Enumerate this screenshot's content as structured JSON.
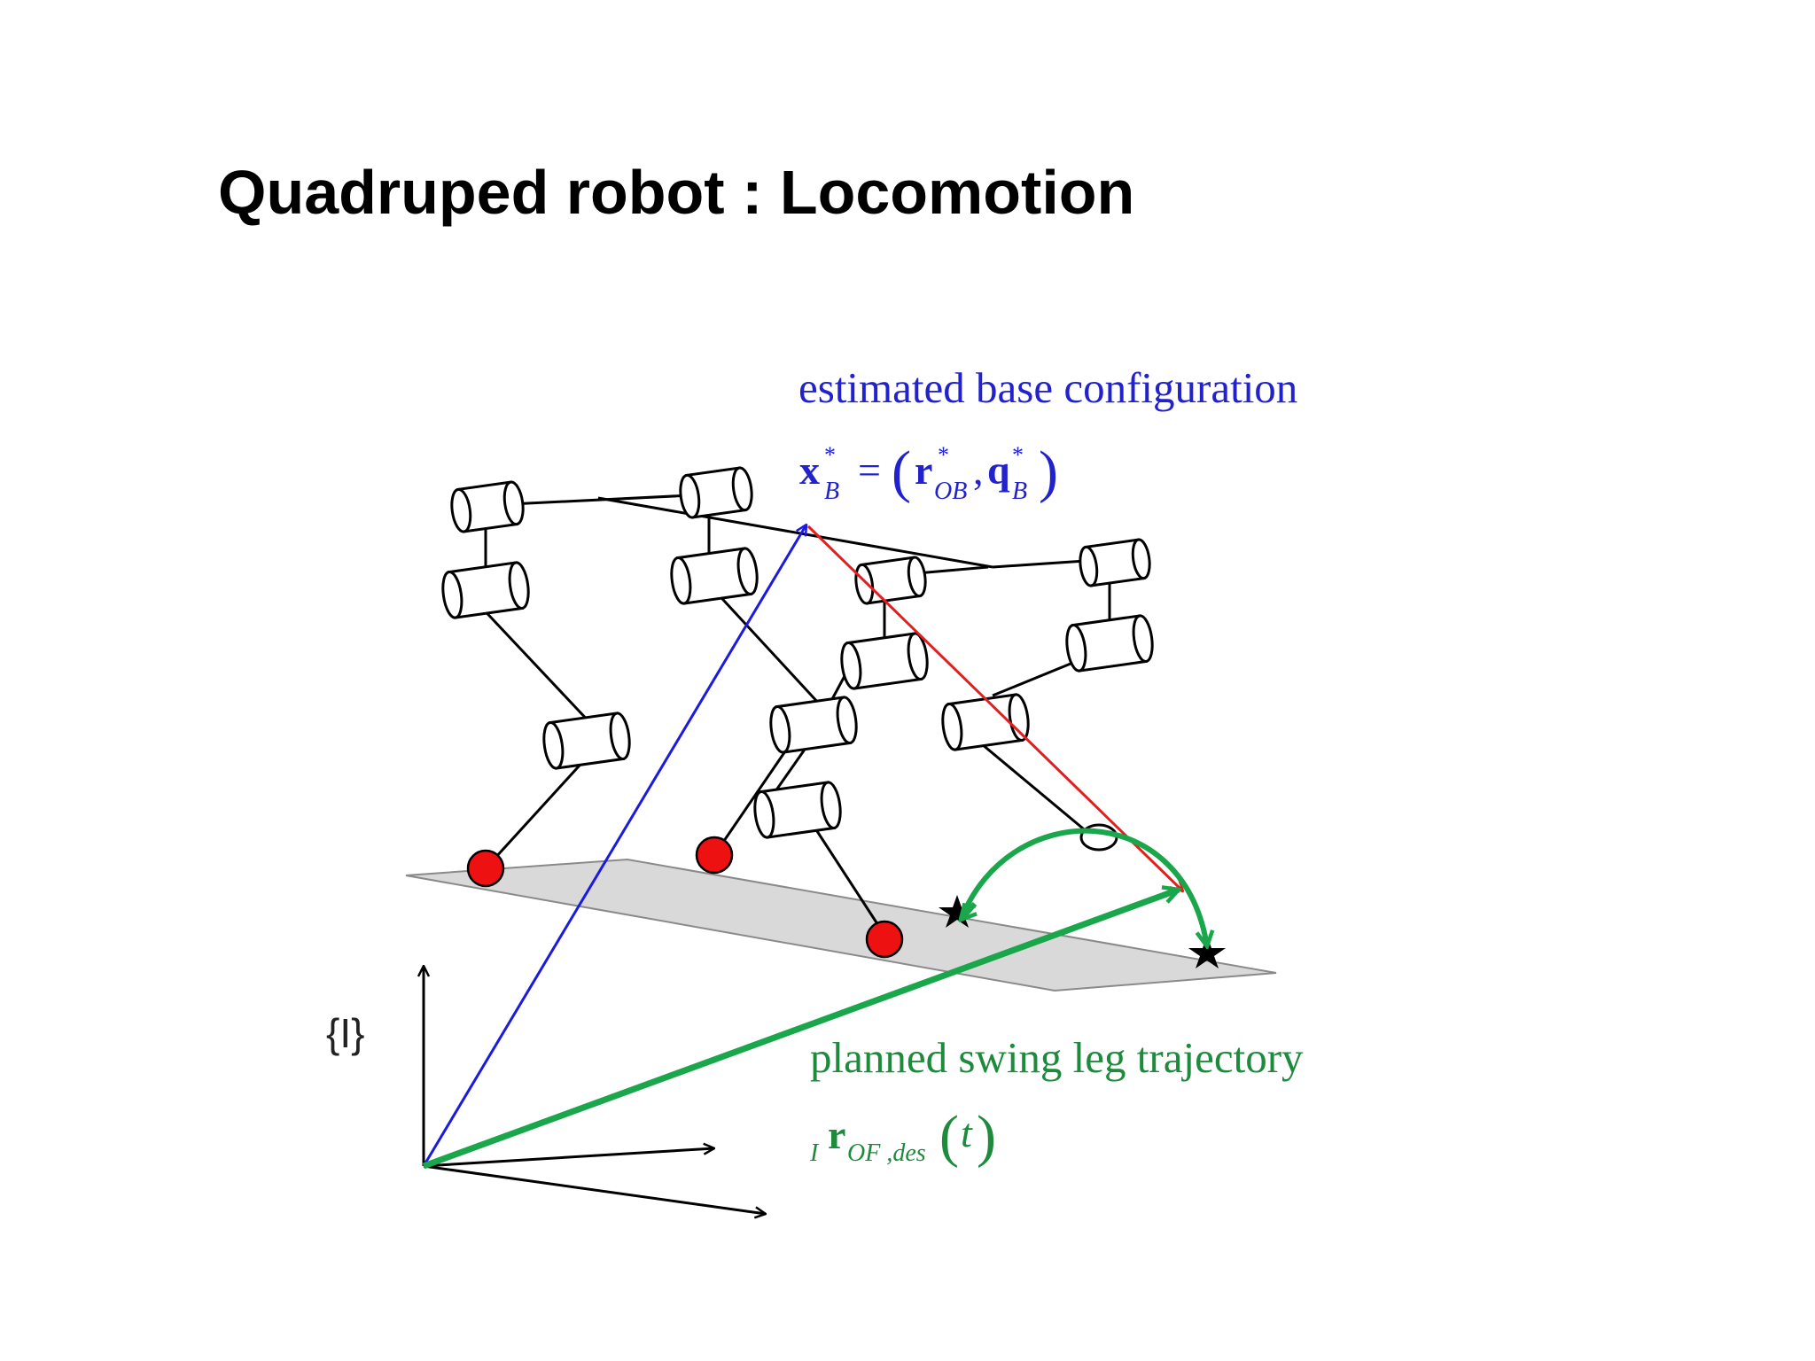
{
  "title": "Quadruped robot : Locomotion",
  "colors": {
    "base_vector": "#1a1ae0",
    "leg_vector": "#e02020",
    "swing": "#1aa64a",
    "foot_contact": "#ee1111",
    "ground": "#d9d9d9"
  },
  "frame": {
    "label": "{I}"
  },
  "base_annotation": {
    "caption": "estimated base configuration",
    "eq_x": "x",
    "eq_x_sub": "B",
    "eq_x_sup": "*",
    "eq_equals": "=",
    "eq_open": "(",
    "eq_r": "r",
    "eq_r_sub": "OB",
    "eq_r_sup": "*",
    "eq_comma": ",",
    "eq_q": "q",
    "eq_q_sub": "B",
    "eq_q_sup": "*",
    "eq_close": ")"
  },
  "swing_annotation": {
    "caption": "planned swing leg trajectory",
    "eq_pre": "I",
    "eq_r": "r",
    "eq_sub": "OF ,des",
    "eq_open": "(",
    "eq_t": "t",
    "eq_close": ")"
  }
}
